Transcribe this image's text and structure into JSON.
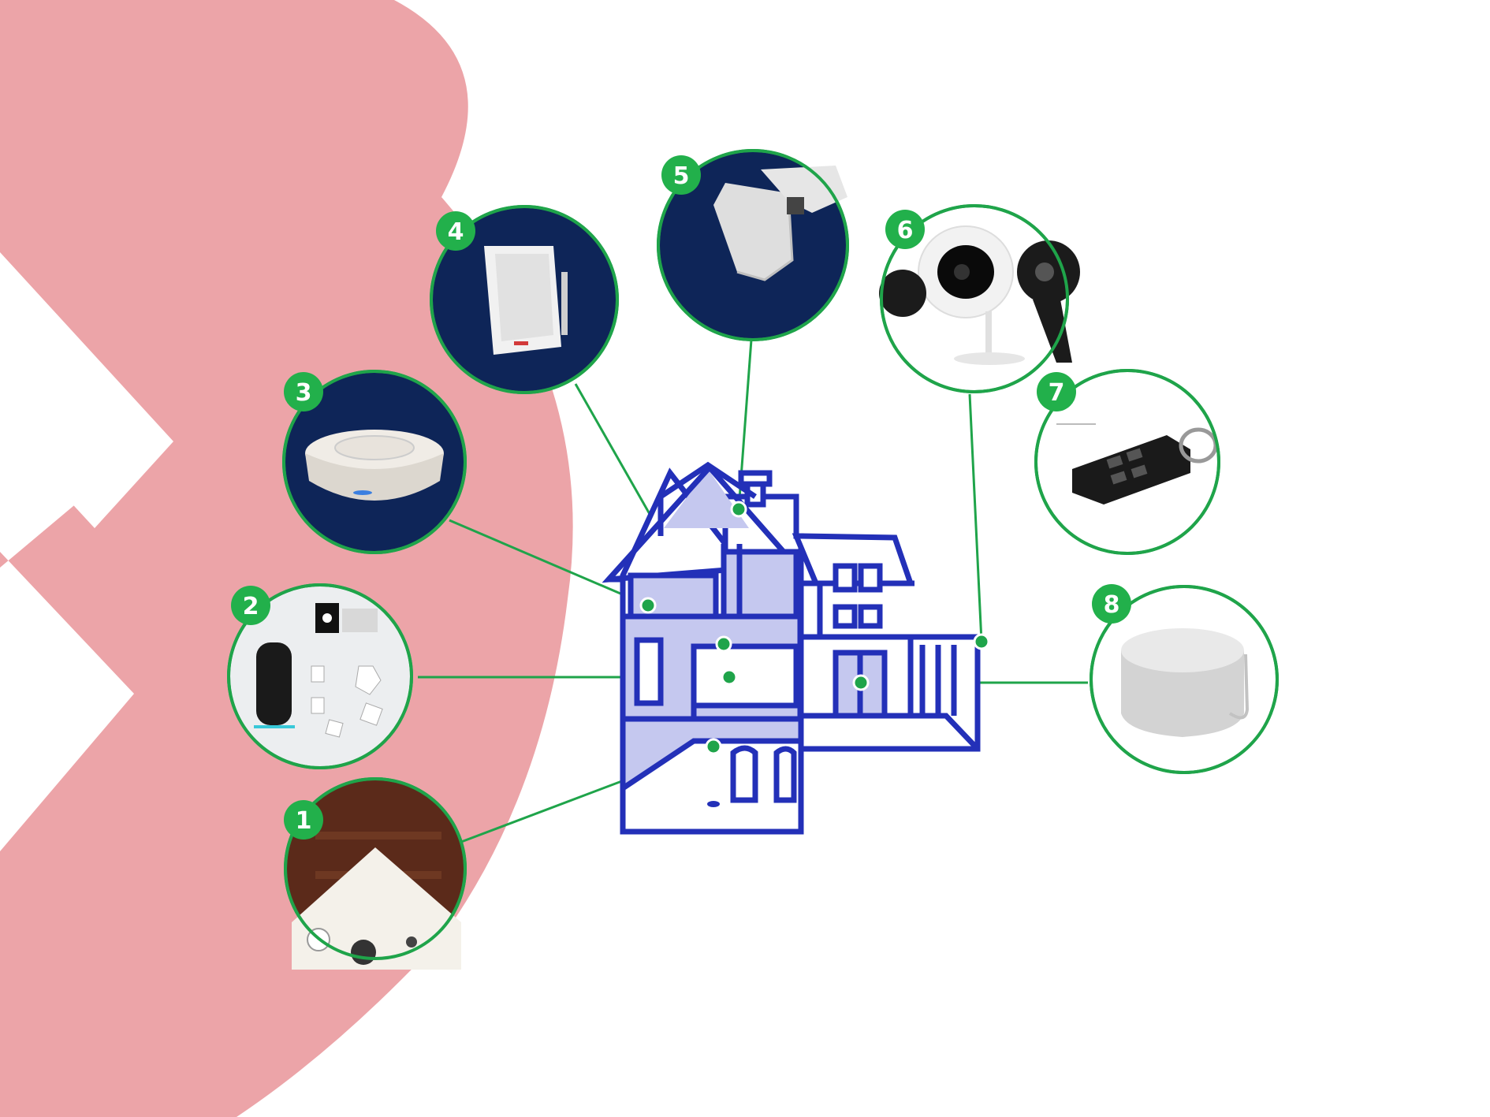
{
  "colors": {
    "brand_pink": "#eca4a8",
    "house_blue": "#2330b8",
    "house_fill": "#c5c8ef",
    "accent_green": "#1fa44a",
    "badge_green": "#22b04b",
    "device_navy": "#0e2558",
    "photo_white": "#ffffff"
  },
  "devices": [
    {
      "number": "1",
      "icon": "doorbell-chime-icon"
    },
    {
      "number": "2",
      "icon": "security-kit-icon"
    },
    {
      "number": "3",
      "icon": "smoke-detector-icon"
    },
    {
      "number": "4",
      "icon": "motion-sensor-icon"
    },
    {
      "number": "5",
      "icon": "door-sensor-icon"
    },
    {
      "number": "6",
      "icon": "security-camera-icon"
    },
    {
      "number": "7",
      "icon": "key-fob-remote-icon"
    },
    {
      "number": "8",
      "icon": "siren-puck-icon"
    }
  ]
}
